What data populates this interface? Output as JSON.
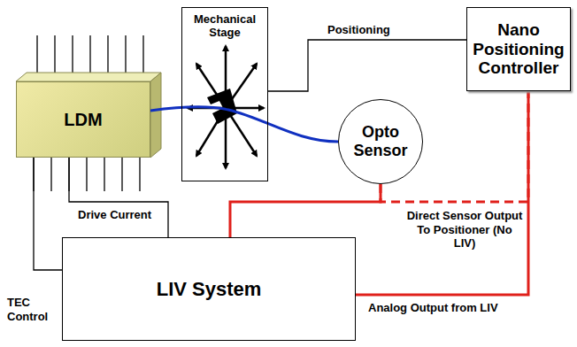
{
  "diagram": {
    "nodes": [
      {
        "text": [
          "LDM"
        ]
      },
      {
        "text": [
          "Mechanical Stage"
        ]
      },
      {
        "text": [
          "Nano Positioning Controller"
        ]
      },
      {
        "text": [
          "Opto Sensor"
        ]
      },
      {
        "text": [
          "LIV System"
        ]
      }
    ],
    "edges": [
      {
        "from": 1,
        "to": 2,
        "label": "Positioning",
        "arrow": "none"
      },
      {
        "from": 0,
        "to": 3,
        "arrow": "none"
      },
      {
        "from": 0,
        "to": 4,
        "label": "Drive Current",
        "arrow": "none"
      },
      {
        "from": 0,
        "to": 4,
        "label": "TEC Control",
        "arrow": "none"
      },
      {
        "from": 3,
        "to": 4,
        "arrow": "none"
      },
      {
        "from": 3,
        "to": 2,
        "label": "Direct Sensor Output To Positioner (No LIV)",
        "arrow": "none"
      },
      {
        "from": 2,
        "to": 4,
        "label": "Analog Output from LIV",
        "arrow": "none"
      }
    ]
  }
}
